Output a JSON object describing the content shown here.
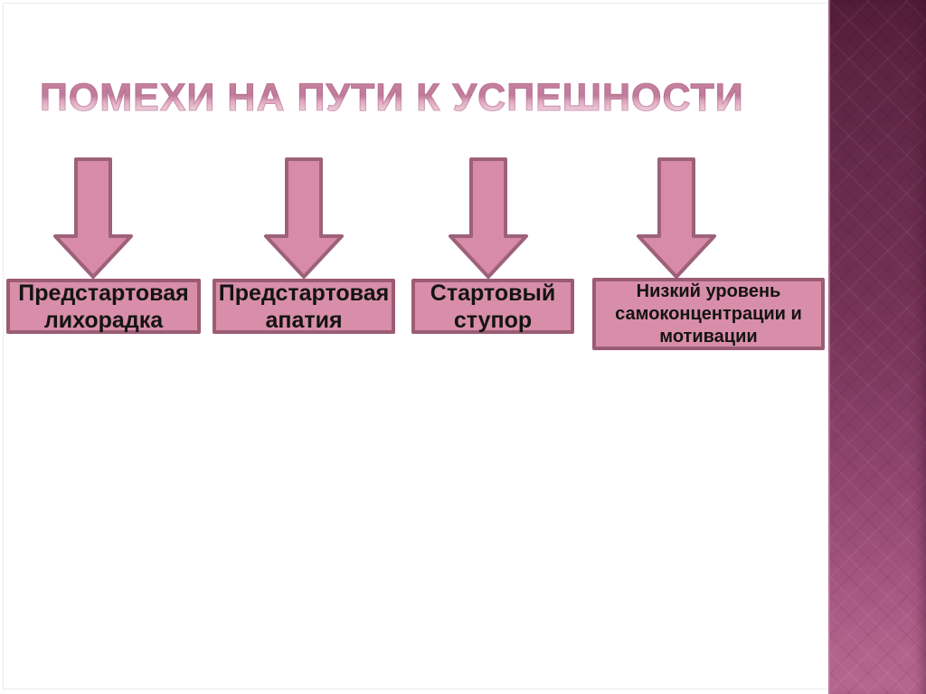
{
  "slide": {
    "title": "ПОМЕХИ НА ПУТИ К УСПЕШНОСТИ",
    "boxes": [
      {
        "label": "Предстартовая\nлихорадка"
      },
      {
        "label": "Предстартовая\nапатия"
      },
      {
        "label": "Стартовый\nступор"
      },
      {
        "label": "Низкий уровень\nсамоконцентрации и\nмотивации"
      }
    ],
    "icons": {
      "down_arrow": "down-arrow"
    },
    "colors": {
      "box_fill": "#d88ea9",
      "box_border": "#9b5c74",
      "arrow_fill": "#d78ba6",
      "arrow_border": "#9d6179",
      "title_gradient_top": "#c07b9b",
      "title_gradient_bottom": "#f3e0e8",
      "stripe_gradient_top": "#531c38",
      "stripe_gradient_bottom": "#b7688f",
      "text": "#141414",
      "background": "#ffffff"
    }
  }
}
